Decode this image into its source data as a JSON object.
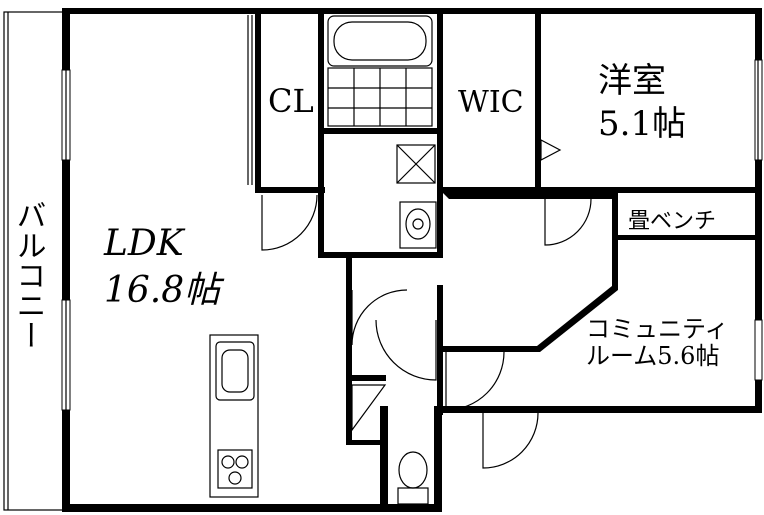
{
  "rooms": {
    "balcony": "バルコニー",
    "ldk_name": "LDK",
    "ldk_size": "16.8帖",
    "closet": "CL",
    "wic": "WIC",
    "western_name": "洋室",
    "western_size": "5.1帖",
    "tatami_bench": "畳ベンチ",
    "community_line1": "コミュニティ",
    "community_line2": "ルーム5.6帖"
  }
}
